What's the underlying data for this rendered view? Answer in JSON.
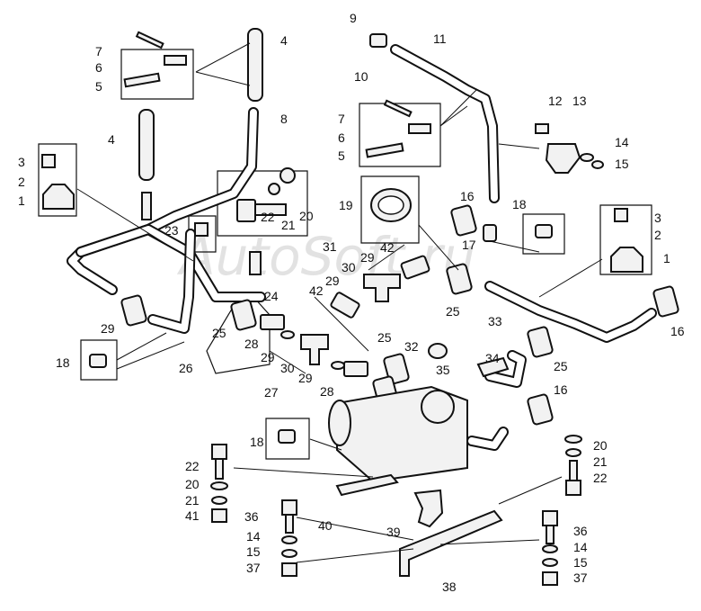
{
  "watermark": "AutoSoft.ru",
  "callouts": [
    "1",
    "2",
    "3",
    "4",
    "5",
    "6",
    "7",
    "8",
    "9",
    "10",
    "11",
    "12",
    "13",
    "14",
    "15",
    "16",
    "17",
    "18",
    "19",
    "20",
    "21",
    "22",
    "23",
    "24",
    "25",
    "26",
    "27",
    "28",
    "29",
    "30",
    "31",
    "32",
    "33",
    "34",
    "35",
    "36",
    "37",
    "38",
    "39",
    "40",
    "41",
    "42"
  ]
}
